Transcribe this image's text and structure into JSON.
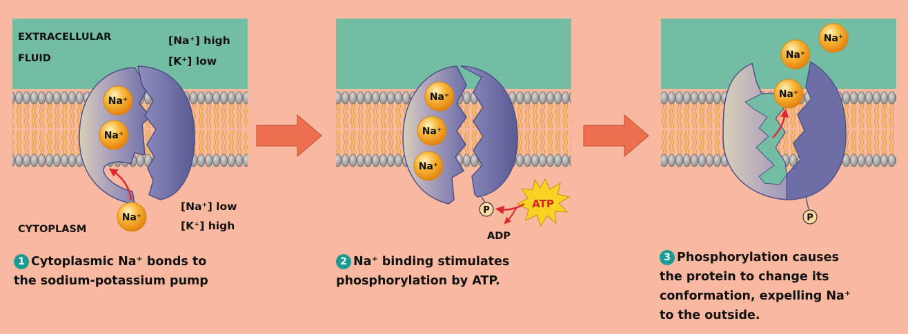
{
  "colors": {
    "background": "#f9b9a0",
    "extracellular": "#73bda4",
    "protein": "#6f6fa8",
    "ion": "#f6a21f",
    "arrow": "#ee6e50",
    "badge": "#1a9a94",
    "atp": "#f9d323"
  },
  "panel1": {
    "region_top_line1": "EXTRACELLULAR",
    "region_top_line2": "FLUID",
    "conc_top_na": "[Na⁺] high",
    "conc_top_k": "[K⁺] low",
    "region_bottom": "CYTOPLASM",
    "conc_bottom_na": "[Na⁺] low",
    "conc_bottom_k": "[K⁺] high",
    "ions": [
      "Na⁺",
      "Na⁺",
      "Na⁺"
    ]
  },
  "panel2": {
    "ions": [
      "Na⁺",
      "Na⁺",
      "Na⁺"
    ],
    "phosphate": "P",
    "atp": "ATP",
    "adp": "ADP"
  },
  "panel3": {
    "ions": [
      "Na⁺",
      "Na⁺",
      "Na⁺"
    ],
    "phosphate": "P"
  },
  "steps": [
    {
      "number": "1",
      "text": "Cytoplasmic Na⁺ bonds to\nthe sodium-potassium pump"
    },
    {
      "number": "2",
      "text": "Na⁺ binding stimulates\nphosphorylation by ATP."
    },
    {
      "number": "3",
      "text": "Phosphorylation causes\nthe protein to change its\nconformation, expelling Na⁺\nto the outside."
    }
  ]
}
